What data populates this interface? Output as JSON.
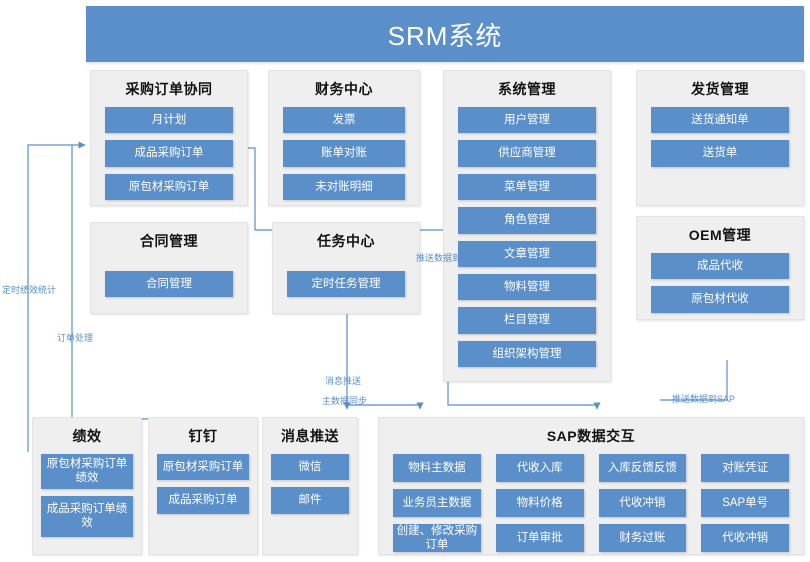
{
  "header": {
    "title": "SRM系统"
  },
  "colors": {
    "accent": "#5b8fc9",
    "panel_bg": "#efefef",
    "panel_border": "#e3e3e3",
    "chip_text": "#ffffff",
    "label_text": "#5b8fc9"
  },
  "panels": [
    {
      "id": "purchase-order-collab",
      "title": "采购订单协同",
      "items": [
        "月计划",
        "成品采购订单",
        "原包材采购订单"
      ]
    },
    {
      "id": "finance-center",
      "title": "财务中心",
      "items": [
        "发票",
        "账单对账",
        "未对账明细"
      ]
    },
    {
      "id": "system-management",
      "title": "系统管理",
      "items": [
        "用户管理",
        "供应商管理",
        "菜单管理",
        "角色管理",
        "文章管理",
        "物料管理",
        "栏目管理",
        "组织架构管理"
      ]
    },
    {
      "id": "delivery-management",
      "title": "发货管理",
      "items": [
        "送货通知单",
        "送货单"
      ]
    },
    {
      "id": "contract-management",
      "title": "合同管理",
      "items": [
        "合同管理"
      ]
    },
    {
      "id": "task-center",
      "title": "任务中心",
      "items": [
        "定时任务管理"
      ]
    },
    {
      "id": "oem-management",
      "title": "OEM管理",
      "items": [
        "成品代收",
        "原包材代收"
      ]
    },
    {
      "id": "performance",
      "title": "绩效",
      "items": [
        "原包材采购订单绩效",
        "成品采购订单绩效"
      ]
    },
    {
      "id": "dingding",
      "title": "钉钉",
      "items": [
        "原包材采购订单",
        "成品采购订单"
      ]
    },
    {
      "id": "message-push",
      "title": "消息推送",
      "items": [
        "微信",
        "邮件"
      ]
    },
    {
      "id": "sap-data-exchange",
      "title": "SAP数据交互",
      "items": [
        "物料主数据",
        "代收入库",
        "入库反馈反馈",
        "对账凭证",
        "业务员主数据",
        "物料价格",
        "代收冲销",
        "SAP单号",
        "创建、修改采购订单",
        "订单审批",
        "财务过账",
        "代收冲销"
      ]
    }
  ],
  "connector_labels": [
    {
      "id": "scheduled-performance-stats",
      "text": "定时绩效统计"
    },
    {
      "id": "order-processing",
      "text": "订单处理"
    },
    {
      "id": "push-data-to-sap-mid",
      "text": "推送数据到SAP"
    },
    {
      "id": "message-push-label",
      "text": "消息推送"
    },
    {
      "id": "master-data-sync",
      "text": "主数据同步"
    },
    {
      "id": "push-data-to-sap-right",
      "text": "推送数据到SAP"
    }
  ]
}
